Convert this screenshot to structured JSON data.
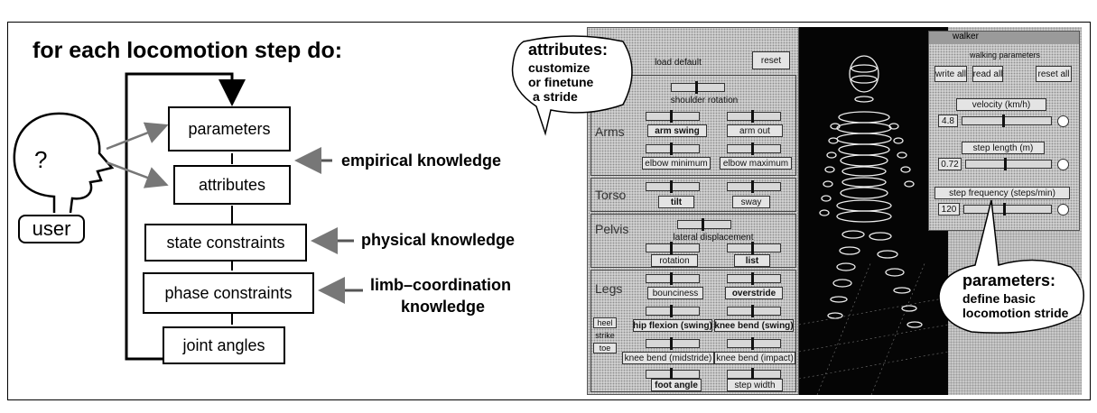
{
  "diagram": {
    "title": "for each locomotion step do:",
    "user_label": "user",
    "face_mark": "?",
    "steps": [
      "parameters",
      "attributes",
      "state constraints",
      "phase constraints",
      "joint angles"
    ],
    "knowledge": {
      "empirical": "empirical  knowledge",
      "physical": "physical  knowledge",
      "limb_line1": "limb–coordination",
      "limb_line2": "knowledge"
    }
  },
  "screenshot": {
    "left_panel": {
      "top_button": "reset",
      "top_label": "load default",
      "groups": {
        "arms": "Arms",
        "torso": "Torso",
        "pelvis": "Pelvis",
        "legs": "Legs"
      },
      "controls": {
        "shoulder_rotation": "shoulder rotation",
        "arm_swing": "arm swing",
        "arm_out": "arm out",
        "elbow_minimum": "elbow minimum",
        "elbow_maximum": "elbow maximum",
        "tilt": "tilt",
        "sway": "sway",
        "lateral_displacement": "lateral displacement",
        "rotation": "rotation",
        "list": "list",
        "bounciness": "bounciness",
        "overstride": "overstride",
        "hip_flexion": "hip flexion (swing)",
        "knee_bend_swing": "knee bend (swing)",
        "knee_bend_midstride": "knee bend (midstride)",
        "knee_bend_impact": "knee bend (impact)",
        "foot_angle": "foot angle",
        "step_width": "step width",
        "heel": "heel",
        "strike": "strike",
        "toe": "toe"
      }
    },
    "right_panel": {
      "title": "walker",
      "header": "walking parameters",
      "buttons": [
        "write all",
        "read all",
        "reset all"
      ],
      "velocity_label": "velocity (km/h)",
      "velocity_value": "4.8",
      "step_length_label": "step length (m)",
      "step_length_value": "0.72",
      "step_freq_label": "step frequency (steps/min)",
      "step_freq_value": "120"
    },
    "bubbles": {
      "attributes_title": "attributes:",
      "attributes_lines": [
        "customize",
        "or finetune",
        "a stride"
      ],
      "parameters_title": "parameters:",
      "parameters_lines": [
        "define basic",
        "locomotion stride"
      ]
    }
  }
}
